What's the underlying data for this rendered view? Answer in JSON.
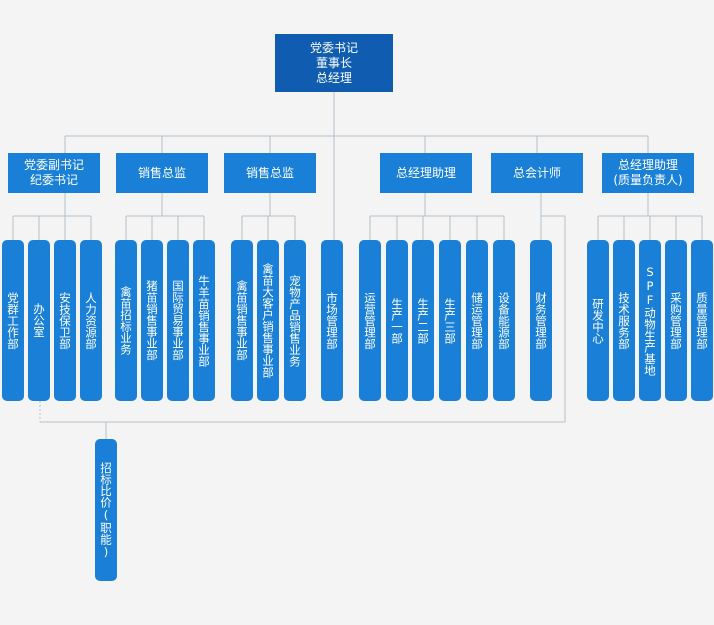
{
  "top": {
    "lines": [
      "党委书记",
      "董事长",
      "总经理"
    ]
  },
  "level2": [
    {
      "id": "vice-party-secretary",
      "lines": [
        "党委副书记",
        "纪委书记"
      ]
    },
    {
      "id": "sales-director-1",
      "lines": [
        "销售总监"
      ]
    },
    {
      "id": "sales-director-2",
      "lines": [
        "销售总监"
      ]
    },
    {
      "id": "gm-assistant",
      "lines": [
        "总经理助理"
      ]
    },
    {
      "id": "chief-accountant",
      "lines": [
        "总会计师"
      ]
    },
    {
      "id": "gm-assistant-quality",
      "lines": [
        "总经理助理",
        "(质量负责人)"
      ]
    }
  ],
  "departments": {
    "vice-party-secretary": [
      "党群工作部",
      "办公室",
      "安技保卫部",
      "人力资源部"
    ],
    "sales-director-1": [
      "禽苗招标业务",
      "猪苗销售事业部",
      "国际贸易事业部",
      "牛羊苗销售事业部"
    ],
    "sales-director-2": [
      "禽苗销售事业部",
      "禽苗大客户销售事业部",
      "宠物产品销售业务"
    ],
    "direct": [
      "市场管理部"
    ],
    "gm-assistant": [
      "运营管理部",
      "生产一部",
      "生产二部",
      "生产三部",
      "储运管理部",
      "设备能源部"
    ],
    "chief-accountant": [
      "财务管理部"
    ],
    "gm-assistant-quality": [
      "研发中心",
      "技术服务部",
      "SPF动物生产基地",
      "采购管理部",
      "质量管理部"
    ]
  },
  "bottom": {
    "label": "招标比价(职能)"
  },
  "colors": {
    "top_box": "#0f5cb0",
    "box": "#1a7fd6",
    "line": "#b4bfc9",
    "background": "#f4f4f4"
  }
}
